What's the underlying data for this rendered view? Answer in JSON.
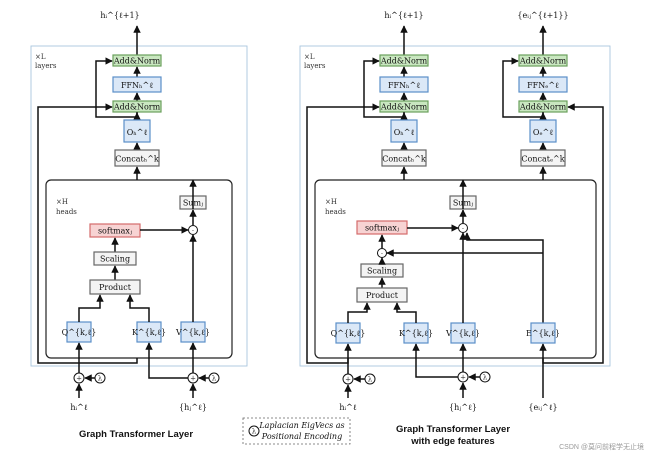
{
  "left": {
    "caption": "Graph Transformer Layer",
    "stack_label": "×L",
    "stack_sub": "layers",
    "heads_label": "×H",
    "heads_sub": "heads",
    "out_label": "hᵢ^{ℓ+1}",
    "addnorm_top": "Add&Norm",
    "ffn": "FFNₕ^ℓ",
    "addnorm_mid": "Add&Norm",
    "o": "Oₕ^ℓ",
    "concat": "Concatₕ^k",
    "sum": "Sumⱼ",
    "softmax": "softmaxⱼ",
    "scaling": "Scaling",
    "product": "Product",
    "q": "Q^{k,ℓ}",
    "k": "K^{k,ℓ}",
    "v": "V^{k,ℓ}",
    "in_h": "hᵢ^ℓ",
    "in_hj": "{hⱼ^ℓ}"
  },
  "right": {
    "caption_line1": "Graph Transformer Layer",
    "caption_line2": "with edge features",
    "stack_label": "×L",
    "stack_sub": "layers",
    "heads_label": "×H",
    "heads_sub": "heads",
    "out_h": "hᵢ^{ℓ+1}",
    "out_e": "{eᵢⱼ^{ℓ+1}}",
    "addnorm_h_top": "Add&Norm",
    "ffn_h": "FFNₕ^ℓ",
    "addnorm_h_mid": "Add&Norm",
    "o_h": "Oₕ^ℓ",
    "concat_h": "Concatₕ^k",
    "addnorm_e_top": "Add&Norm",
    "ffn_e": "FFNₑ^ℓ",
    "addnorm_e_mid": "Add&Norm",
    "o_e": "Oₑ^ℓ",
    "concat_e": "Concatₑ^k",
    "sum": "Sumⱼ",
    "softmax": "softmaxⱼ",
    "scaling": "Scaling",
    "product": "Product",
    "q": "Q^{k,ℓ}",
    "k": "K^{k,ℓ}",
    "v": "V^{k,ℓ}",
    "e": "E^{k,ℓ}",
    "in_h": "hᵢ^ℓ",
    "in_hj": "{hⱼ^ℓ}",
    "in_e": "{eᵢⱼ^ℓ}"
  },
  "legend": {
    "symbol": "λ",
    "line1": "Laplacian EigVecs as",
    "line2": "Positional Encoding"
  },
  "ops": {
    "plus": "+",
    "dot": "·",
    "lambda": "λ"
  },
  "watermark": "CSDN @莫问前程学无止境",
  "colors": {
    "blue_fill": "#dbe8f7",
    "green_fill": "#c9e7c0",
    "red_fill": "#f7d3d3",
    "gray_fill": "#f4f4f4"
  }
}
